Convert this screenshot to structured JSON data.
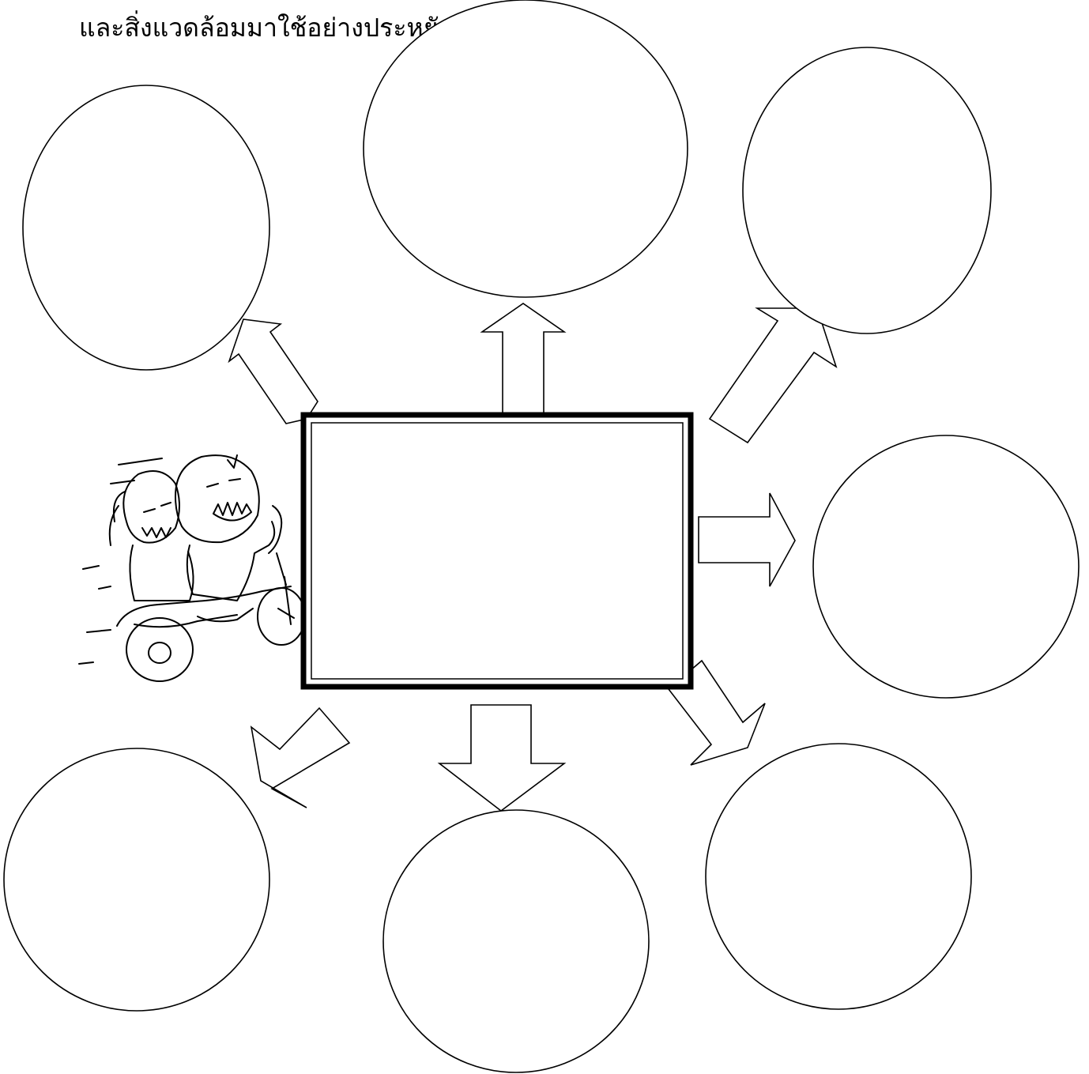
{
  "heading": {
    "text": "และสิ่งแวดล้อมมาใช้อย่างประหยัด"
  },
  "diagram": {
    "central_box": {
      "text": ""
    },
    "bubbles": [
      {
        "id": "top-left",
        "text": ""
      },
      {
        "id": "top",
        "text": ""
      },
      {
        "id": "top-right",
        "text": ""
      },
      {
        "id": "right",
        "text": ""
      },
      {
        "id": "bottom-right",
        "text": ""
      },
      {
        "id": "bottom",
        "text": ""
      },
      {
        "id": "bottom-left",
        "text": ""
      }
    ],
    "illustration": {
      "icon": "motorcycle-riders-drawing-icon"
    }
  }
}
